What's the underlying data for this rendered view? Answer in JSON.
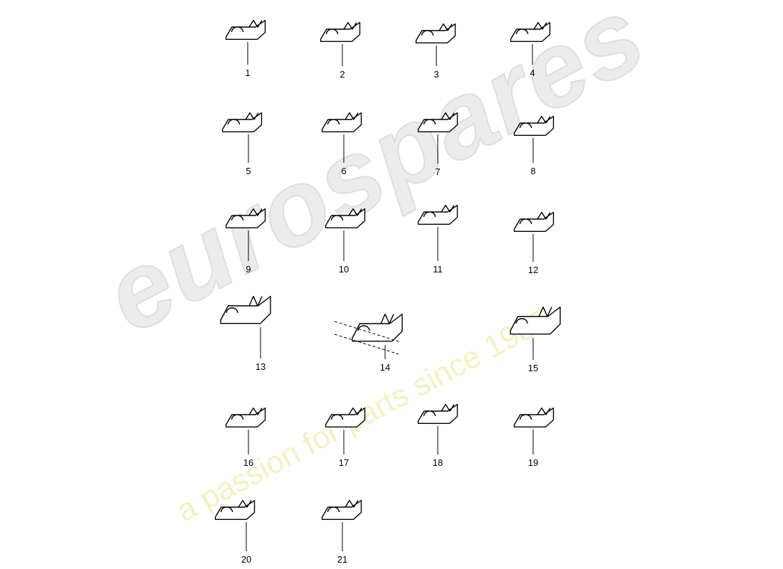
{
  "watermark": {
    "brand": "eurospares",
    "tagline": "a passion for parts since 1985",
    "tagline_color": "#e8e070"
  },
  "parts": [
    {
      "number": "1"
    },
    {
      "number": "2"
    },
    {
      "number": "3"
    },
    {
      "number": "4"
    },
    {
      "number": "5"
    },
    {
      "number": "6"
    },
    {
      "number": "7"
    },
    {
      "number": "8"
    },
    {
      "number": "9"
    },
    {
      "number": "10"
    },
    {
      "number": "11"
    },
    {
      "number": "12"
    },
    {
      "number": "13"
    },
    {
      "number": "14"
    },
    {
      "number": "15"
    },
    {
      "number": "16"
    },
    {
      "number": "17"
    },
    {
      "number": "18"
    },
    {
      "number": "19"
    },
    {
      "number": "20"
    },
    {
      "number": "21"
    }
  ]
}
